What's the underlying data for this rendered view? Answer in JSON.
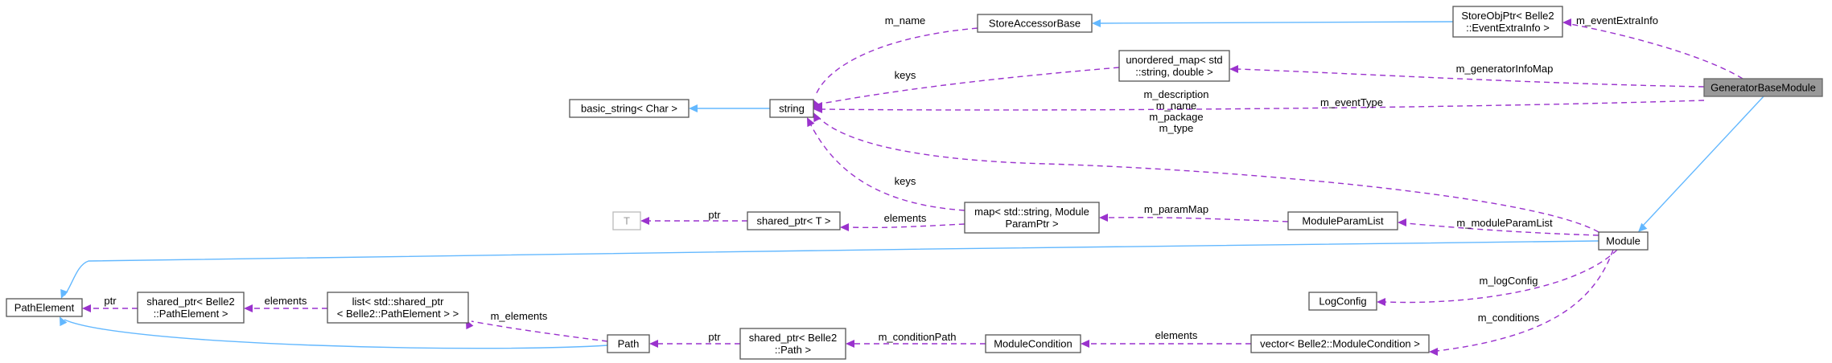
{
  "nodes": {
    "generator_base_module": [
      "GeneratorBaseModule"
    ],
    "store_obj_ptr": [
      "StoreObjPtr< Belle2",
      "::EventExtraInfo >"
    ],
    "store_accessor_base": [
      "StoreAccessorBase"
    ],
    "unordered_map": [
      "unordered_map< std",
      "::string, double >"
    ],
    "string": [
      "string"
    ],
    "basic_string": [
      "basic_string< Char >"
    ],
    "t": [
      "T"
    ],
    "shared_ptr_t": [
      "shared_ptr< T >"
    ],
    "map_module_param": [
      "map< std::string, Module",
      "ParamPtr >"
    ],
    "module_param_list": [
      "ModuleParamList"
    ],
    "module": [
      "Module"
    ],
    "path_element": [
      "PathElement"
    ],
    "shared_ptr_path_element": [
      "shared_ptr< Belle2",
      "::PathElement >"
    ],
    "list_path_element": [
      "list< std::shared_ptr",
      "< Belle2::PathElement > >"
    ],
    "log_config": [
      "LogConfig"
    ],
    "path": [
      "Path"
    ],
    "shared_ptr_path": [
      "shared_ptr< Belle2",
      "::Path >"
    ],
    "module_condition": [
      "ModuleCondition"
    ],
    "vector_module_condition": [
      "vector< Belle2::ModuleCondition >"
    ]
  },
  "edge_labels": {
    "m_name": [
      "m_name"
    ],
    "m_event_extra_info": [
      "m_eventExtraInfo"
    ],
    "m_generator_info_map": [
      "m_generatorInfoMap"
    ],
    "keys_unordered": [
      "keys"
    ],
    "m_event_type": [
      "m_eventType"
    ],
    "m_module_strings": [
      "m_description",
      "m_name",
      "m_package",
      "m_type"
    ],
    "keys_map": [
      "keys"
    ],
    "ptr_t": [
      "ptr"
    ],
    "elements_map": [
      "elements"
    ],
    "m_param_map": [
      "m_paramMap"
    ],
    "m_module_param_list": [
      "m_moduleParamList"
    ],
    "ptr_path_element": [
      "ptr"
    ],
    "elements_list": [
      "elements"
    ],
    "m_elements": [
      "m_elements"
    ],
    "m_log_config": [
      "m_logConfig"
    ],
    "ptr_path": [
      "ptr"
    ],
    "m_condition_path": [
      "m_conditionPath"
    ],
    "elements_vector": [
      "elements"
    ],
    "m_conditions": [
      "m_conditions"
    ]
  },
  "colors": {
    "inheritance_edge": "#63b8ff",
    "usage_edge": "#9a32cd",
    "focus_node_fill": "#999999",
    "node_border": "#555555",
    "template_param_border": "#bbbbbb"
  }
}
